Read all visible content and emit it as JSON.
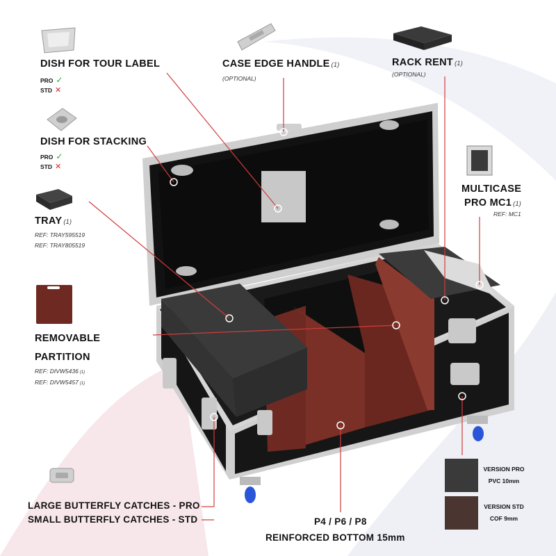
{
  "callouts": {
    "dish_tour": {
      "title": "DISH FOR TOUR LABEL",
      "pro": "PRO",
      "std": "STD",
      "pro_mark": "✓",
      "std_mark": "✕"
    },
    "case_handle": {
      "title": "CASE EDGE HANDLE",
      "sup": "(1)",
      "note": "(OPTIONAL)"
    },
    "rack_rent": {
      "title": "RACK RENT",
      "sup": "(1)",
      "note": "(OPTIONAL)"
    },
    "dish_stacking": {
      "title": "DISH FOR STACKING",
      "pro": "PRO",
      "std": "STD",
      "pro_mark": "✓",
      "std_mark": "✕"
    },
    "multicase": {
      "title_line1": "MULTICASE",
      "title_line2": "PRO MC1",
      "sup": "(1)",
      "ref": "REF: MC1"
    },
    "tray": {
      "title": "TRAY",
      "sup": "(1)",
      "ref1": "REF: TRAY595519",
      "ref2": "REF: TRAY805519"
    },
    "partition": {
      "title_line1": "REMOVABLE",
      "title_line2": "PARTITION",
      "ref1": "REF: DIVW5436",
      "ref1_sup": "(1)",
      "ref2": "REF: DIVW5457",
      "ref2_sup": "(1)"
    },
    "catches": {
      "line1": "LARGE BUTTERFLY CATCHES - PRO",
      "line2": "SMALL BUTTERFLY CATCHES - STD"
    },
    "bottom": {
      "line1": "P4 / P6 / P8",
      "line2": "REINFORCED BOTTOM 15mm"
    }
  },
  "versions": [
    {
      "name": "VERSION PRO",
      "spec": "PVC 10mm",
      "color": "#3a3a3a"
    },
    {
      "name": "VERSION STD",
      "spec": "COF 9mm",
      "color": "#4a3530"
    }
  ],
  "colors": {
    "accent": "#d23c3c",
    "case_black": "#141414",
    "aluminium": "#c9c9c9",
    "partition": "#6e2a22",
    "swoosh": "#f3e9ee"
  }
}
